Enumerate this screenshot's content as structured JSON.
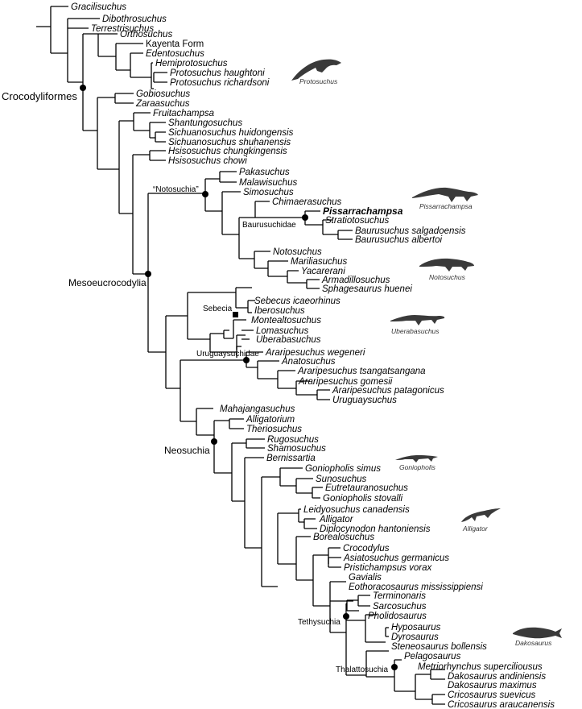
{
  "taxa": [
    {
      "id": "gracilisuchus",
      "name": "Gracilisuchus"
    },
    {
      "id": "dibothrosuchus",
      "name": "Dibothrosuchus"
    },
    {
      "id": "terrestrisuchus",
      "name": "Terrestrisuchus"
    },
    {
      "id": "orthosuchus",
      "name": "Orthosuchus"
    },
    {
      "id": "kayenta_form",
      "name": "Kayenta Form",
      "italic": false
    },
    {
      "id": "edentosuchus",
      "name": "Edentosuchus"
    },
    {
      "id": "hemiprotosuchus",
      "name": "Hemiprotosuchus"
    },
    {
      "id": "protosuchus_haughtoni",
      "name": "Protosuchus haughtoni"
    },
    {
      "id": "protosuchus_richardsoni",
      "name": "Protosuchus richardsoni"
    },
    {
      "id": "gobiosuchus",
      "name": "Gobiosuchus"
    },
    {
      "id": "zaraasuchus",
      "name": "Zaraasuchus"
    },
    {
      "id": "fruitachampsa",
      "name": "Fruitachampsa"
    },
    {
      "id": "shantungosuchus",
      "name": "Shantungosuchus"
    },
    {
      "id": "sichuanosuchus_huidongensis",
      "name": "Sichuanosuchus huidongensis"
    },
    {
      "id": "sichuanosuchus_shuhanensis",
      "name": "Sichuanosuchus shuhanensis"
    },
    {
      "id": "hsisosuchus_chungkingensis",
      "name": "Hsisosuchus chungkingensis"
    },
    {
      "id": "hsisosuchus_chowi",
      "name": "Hsisosuchus chowi"
    },
    {
      "id": "pakasuchus",
      "name": "Pakasuchus"
    },
    {
      "id": "malawisuchus",
      "name": "Malawisuchus"
    },
    {
      "id": "simosuchus",
      "name": "Simosuchus"
    },
    {
      "id": "chimaerasuchus",
      "name": "Chimaerasuchus"
    },
    {
      "id": "pissarrachampsa",
      "name": "Pissarrachampsa",
      "bold": true
    },
    {
      "id": "stratiotosuchus",
      "name": "Stratiotosuchus"
    },
    {
      "id": "baurusuchus_salgadoensis",
      "name": "Baurusuchus salgadoensis"
    },
    {
      "id": "baurusuchus_albertoi",
      "name": "Baurusuchus albertoi"
    },
    {
      "id": "notosuchus",
      "name": "Notosuchus"
    },
    {
      "id": "mariliasuchus",
      "name": "Mariliasuchus"
    },
    {
      "id": "yacarerani",
      "name": "Yacarerani"
    },
    {
      "id": "armadillosuchus",
      "name": "Armadillosuchus"
    },
    {
      "id": "sphagesaurus_huenei",
      "name": "Sphagesaurus huenei"
    },
    {
      "id": "sebecus_icaeorhinus",
      "name": "Sebecus icaeorhinus"
    },
    {
      "id": "iberosuchus",
      "name": "Iberosuchus"
    },
    {
      "id": "montealtosuchus",
      "name": "Montealtosuchus"
    },
    {
      "id": "lomasuchus",
      "name": "Lomasuchus"
    },
    {
      "id": "uberabasuchus",
      "name": "Uberabasuchus"
    },
    {
      "id": "araripesuchus_wegeneri",
      "name": "Araripesuchus wegeneri"
    },
    {
      "id": "anatosuchus",
      "name": "Anatosuchus"
    },
    {
      "id": "araripesuchus_tsangatsangana",
      "name": "Araripesuchus tsangatsangana"
    },
    {
      "id": "araripesuchus_gomesii",
      "name": "Araripesuchus gomesii"
    },
    {
      "id": "araripesuchus_patagonicus",
      "name": "Araripesuchus patagonicus"
    },
    {
      "id": "uruguaysuchus",
      "name": "Uruguaysuchus"
    },
    {
      "id": "mahajangasuchus",
      "name": "Mahajangasuchus"
    },
    {
      "id": "alligatorium",
      "name": "Alligatorium"
    },
    {
      "id": "theriosuchus",
      "name": "Theriosuchus"
    },
    {
      "id": "rugosuchus",
      "name": "Rugosuchus"
    },
    {
      "id": "shamosuchus",
      "name": "Shamosuchus"
    },
    {
      "id": "bernissartia",
      "name": "Bernissartia"
    },
    {
      "id": "goniopholis_simus",
      "name": "Goniopholis simus"
    },
    {
      "id": "sunosuchus",
      "name": "Sunosuchus"
    },
    {
      "id": "eutretauranosuchus",
      "name": "Eutretauranosuchus"
    },
    {
      "id": "goniopholis_stovalli",
      "name": "Goniopholis stovalli"
    },
    {
      "id": "leidyosuchus_canadensis",
      "name": "Leidyosuchus canadensis"
    },
    {
      "id": "alligator",
      "name": "Alligator"
    },
    {
      "id": "diplocynodon_hantoniensis",
      "name": "Diplocynodon hantoniensis"
    },
    {
      "id": "borealosuchus",
      "name": "Borealosuchus"
    },
    {
      "id": "crocodylus",
      "name": "Crocodylus"
    },
    {
      "id": "asiatosuchus_germanicus",
      "name": "Asiatosuchus germanicus"
    },
    {
      "id": "pristichampsus_vorax",
      "name": "Pristichampsus vorax"
    },
    {
      "id": "gavialis",
      "name": "Gavialis"
    },
    {
      "id": "eothoracosaurus_mississippiensi",
      "name": "Eothoracosaurus mississippiensi"
    },
    {
      "id": "terminonaris",
      "name": "Terminonaris"
    },
    {
      "id": "sarcosuchus",
      "name": "Sarcosuchus"
    },
    {
      "id": "pholidosaurus",
      "name": "Pholidosaurus"
    },
    {
      "id": "hyposaurus",
      "name": "Hyposaurus"
    },
    {
      "id": "dyrosaurus",
      "name": "Dyrosaurus"
    },
    {
      "id": "steneosaurus_bollensis",
      "name": "Steneosaurus bollensis"
    },
    {
      "id": "pelagosaurus",
      "name": "Pelagosaurus"
    },
    {
      "id": "metriorhynchus_superciliousus",
      "name": "Metriorhynchus superciliousus"
    },
    {
      "id": "dakosaurus_andiniensis",
      "name": "Dakosaurus andiniensis"
    },
    {
      "id": "dakosaurus_maximus",
      "name": "Dakosaurus maximus"
    },
    {
      "id": "cricosaurus_suevicus",
      "name": "Cricosaurus suevicus"
    },
    {
      "id": "cricosaurus_araucanensis",
      "name": "Cricosaurus araucanensis"
    }
  ],
  "clades": {
    "crocodyliformes": "Crocodyliformes",
    "notosuchia": "“Notosuchia”",
    "baurusuchidae": "Baurusuchidae",
    "mesoeucrocodylia": "Mesoeucrocodylia",
    "sebecia": "Sebecia",
    "uruguaysuchidae": "Uruguaysuchidae",
    "neosuchia": "Neosuchia",
    "tethysuchia": "Tethysuchia",
    "thalattosuchia": "Thalattosuchia"
  },
  "silhouettes": {
    "protosuchus": "Protosuchus",
    "pissarrachampsa": "Pissarrachampsa",
    "notosuchus": "Notosuchus",
    "uberabasuchus": "Uberabasuchus",
    "goniopholis": "Goniopholis",
    "alligator": "Alligator",
    "dakosaurus": "Dakosaurus"
  },
  "colors": {
    "branch": "#000000",
    "silhouette": "#3a3a3a"
  }
}
